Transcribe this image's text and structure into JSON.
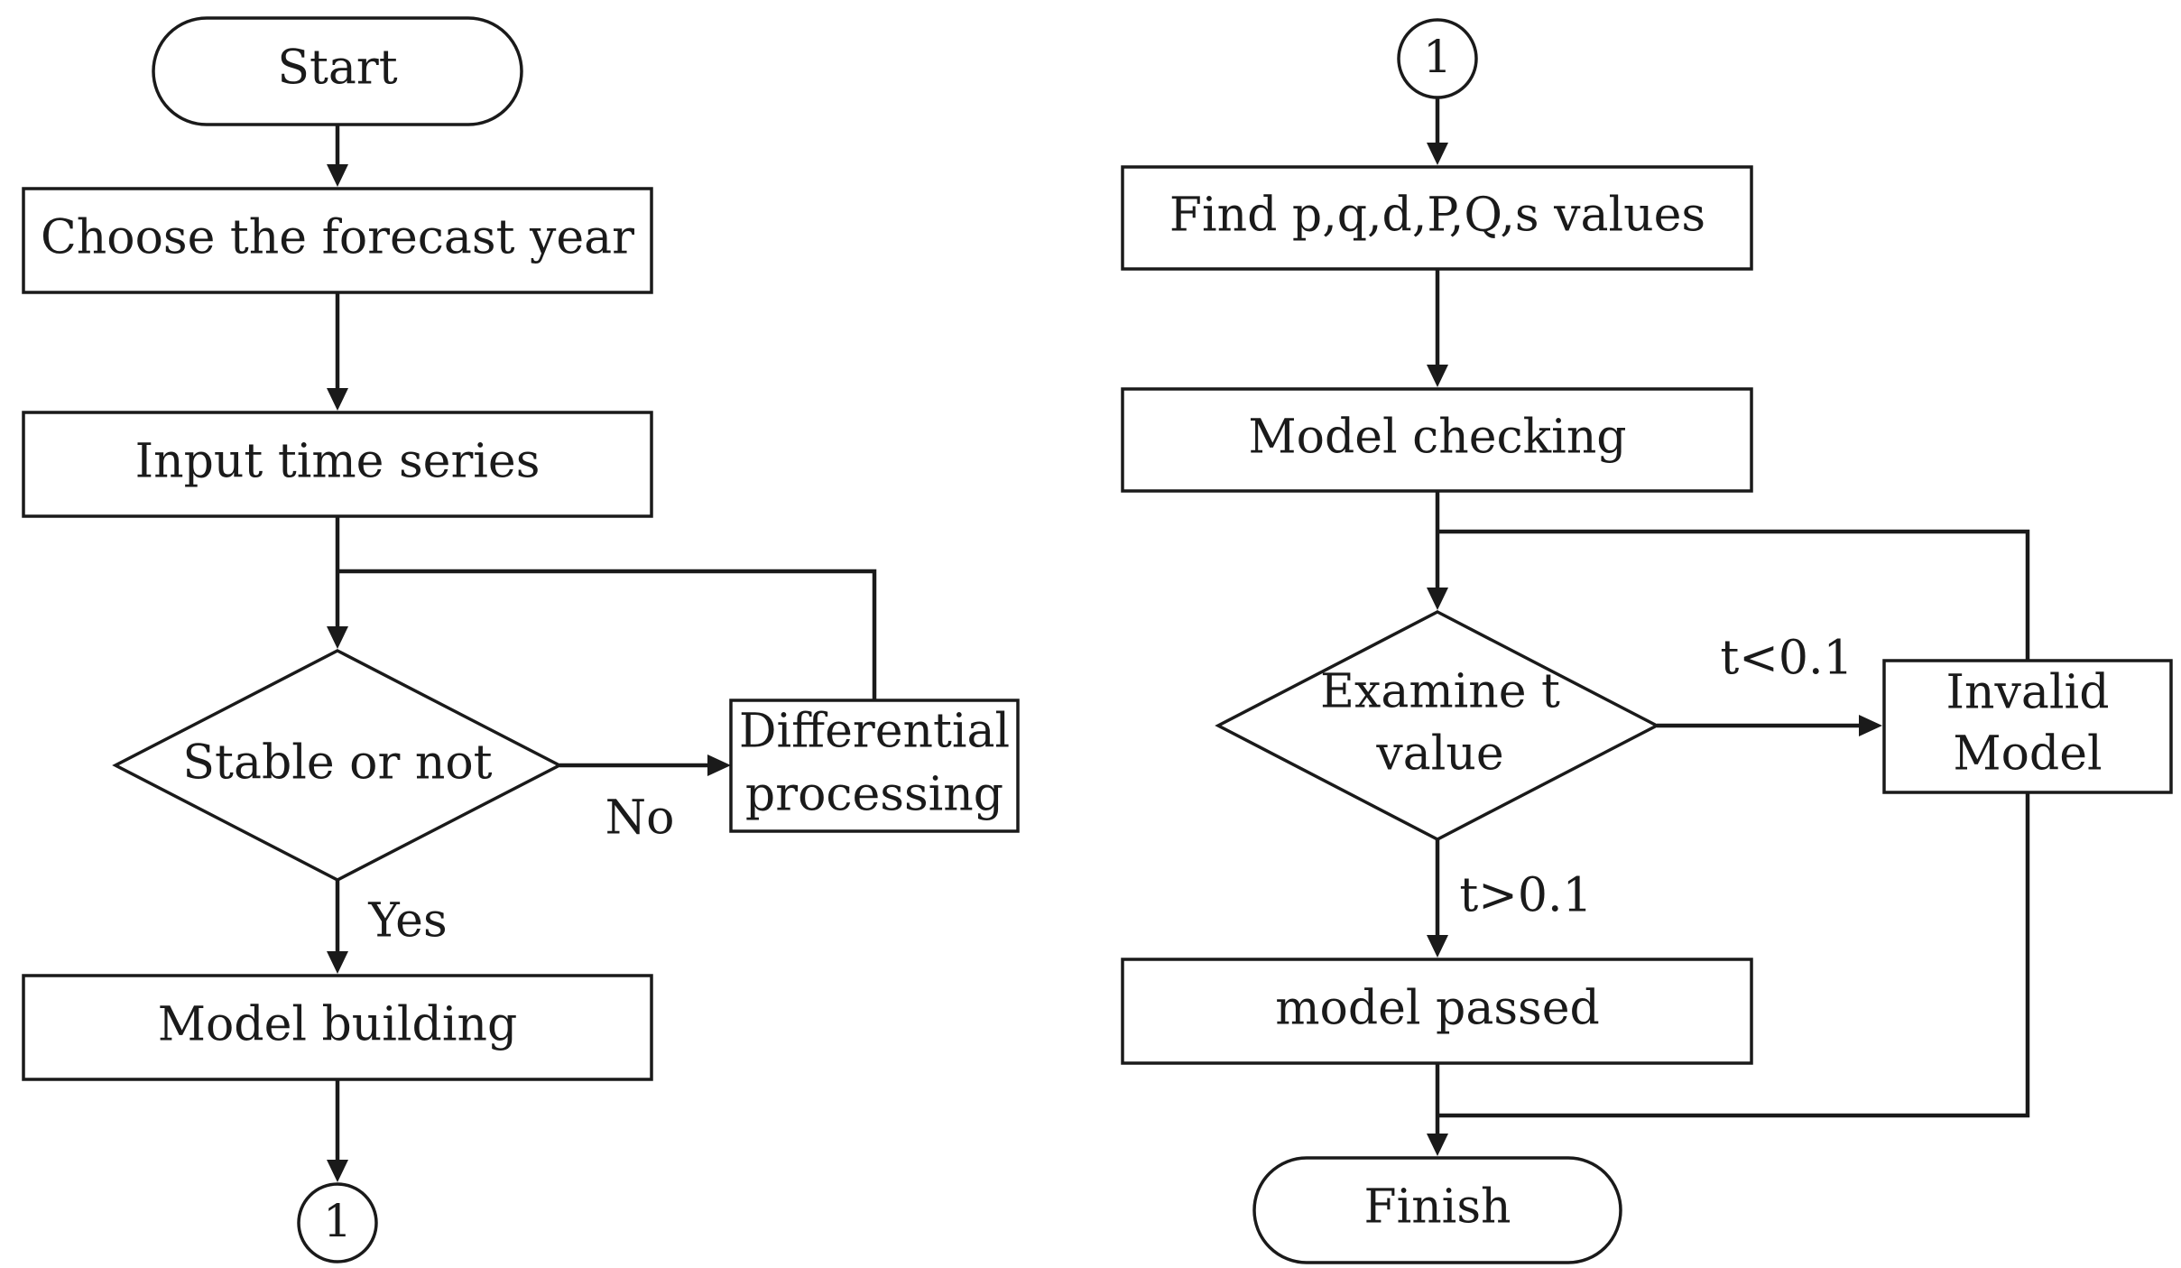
{
  "left": {
    "start": "Start",
    "choose_year": "Choose the forecast year",
    "input_series": "Input time series",
    "stable": "Stable or not",
    "differential_line1": "Differential",
    "differential_line2": "processing",
    "no_label": "No",
    "yes_label": "Yes",
    "model_building": "Model building",
    "connector": "1"
  },
  "right": {
    "connector": "1",
    "find_values": "Find p,q,d,P,Q,s values",
    "model_checking": "Model checking",
    "examine_line1": "Examine t",
    "examine_line2": "value",
    "t_less_label": "t<0.1",
    "invalid_line1": "Invalid",
    "invalid_line2": "Model",
    "t_greater_label": "t>0.1",
    "model_passed": "model passed",
    "finish": "Finish"
  }
}
